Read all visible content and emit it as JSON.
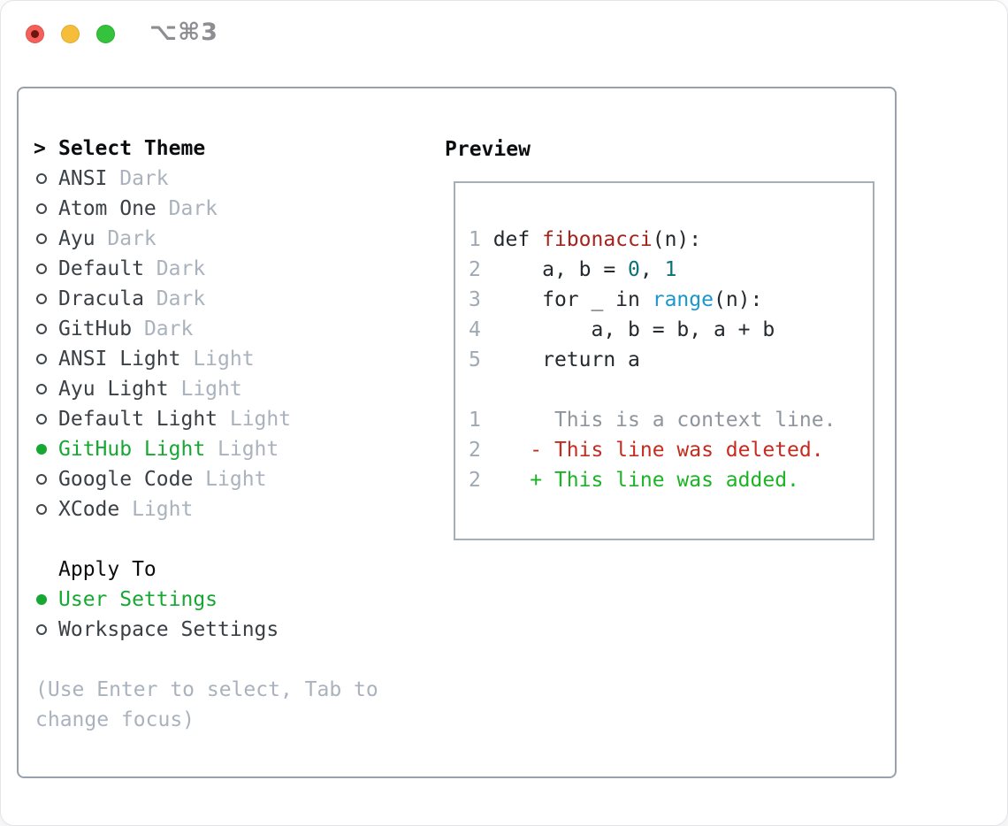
{
  "window": {
    "title": "⌥⌘3"
  },
  "titlebar": {
    "buttons": [
      "close",
      "minimize",
      "zoom"
    ]
  },
  "colors": {
    "accent_green": "#16a832",
    "added_green": "#1bb425",
    "deleted_red": "#c52b1e",
    "function_red": "#a5231d",
    "number_teal": "#0c7277",
    "builtin_blue": "#1b97cb",
    "muted_gray": "#a9b2bd",
    "context_gray": "#8f959d",
    "line_number_gray": "#9fa9b3"
  },
  "theme_picker": {
    "header": {
      "marker": ">",
      "label": "Select Theme"
    },
    "items": [
      {
        "name": "ANSI",
        "tag": "Dark",
        "selected": false
      },
      {
        "name": "Atom One",
        "tag": "Dark",
        "selected": false
      },
      {
        "name": "Ayu",
        "tag": "Dark",
        "selected": false
      },
      {
        "name": "Default",
        "tag": "Dark",
        "selected": false
      },
      {
        "name": "Dracula",
        "tag": "Dark",
        "selected": false
      },
      {
        "name": "GitHub",
        "tag": "Dark",
        "selected": false
      },
      {
        "name": "ANSI Light",
        "tag": "Light",
        "selected": false
      },
      {
        "name": "Ayu Light",
        "tag": "Light",
        "selected": false
      },
      {
        "name": "Default Light",
        "tag": "Light",
        "selected": false
      },
      {
        "name": "GitHub Light",
        "tag": "Light",
        "selected": true
      },
      {
        "name": "Google Code",
        "tag": "Light",
        "selected": false
      },
      {
        "name": "XCode",
        "tag": "Light",
        "selected": false
      }
    ]
  },
  "apply_to": {
    "header": "Apply To",
    "items": [
      {
        "name": "User Settings",
        "selected": true
      },
      {
        "name": "Workspace Settings",
        "selected": false
      }
    ]
  },
  "help_text": "(Use Enter to select, Tab to change focus)",
  "preview": {
    "header": "Preview",
    "lines": [
      [
        {
          "t": "1 ",
          "c": "ln"
        },
        {
          "t": "def ",
          "c": "code"
        },
        {
          "t": "fibonacci",
          "c": "func"
        },
        {
          "t": "(n):",
          "c": "code"
        }
      ],
      [
        {
          "t": "2 ",
          "c": "ln"
        },
        {
          "t": "    a, b = ",
          "c": "code"
        },
        {
          "t": "0",
          "c": "num"
        },
        {
          "t": ", ",
          "c": "code"
        },
        {
          "t": "1",
          "c": "num"
        }
      ],
      [
        {
          "t": "3 ",
          "c": "ln"
        },
        {
          "t": "    for _ in ",
          "c": "code"
        },
        {
          "t": "range",
          "c": "builtin"
        },
        {
          "t": "(n):",
          "c": "code"
        }
      ],
      [
        {
          "t": "4 ",
          "c": "ln"
        },
        {
          "t": "        a, b = b, a + b",
          "c": "code"
        }
      ],
      [
        {
          "t": "5 ",
          "c": "ln"
        },
        {
          "t": "    return a",
          "c": "code"
        }
      ],
      [],
      [
        {
          "t": "1 ",
          "c": "ln"
        },
        {
          "t": "     This is a context line.",
          "c": "ctx"
        }
      ],
      [
        {
          "t": "2 ",
          "c": "ln"
        },
        {
          "t": "   - This line was deleted.",
          "c": "del"
        }
      ],
      [
        {
          "t": "2 ",
          "c": "ln"
        },
        {
          "t": "   + This line was added.",
          "c": "add"
        }
      ]
    ]
  }
}
